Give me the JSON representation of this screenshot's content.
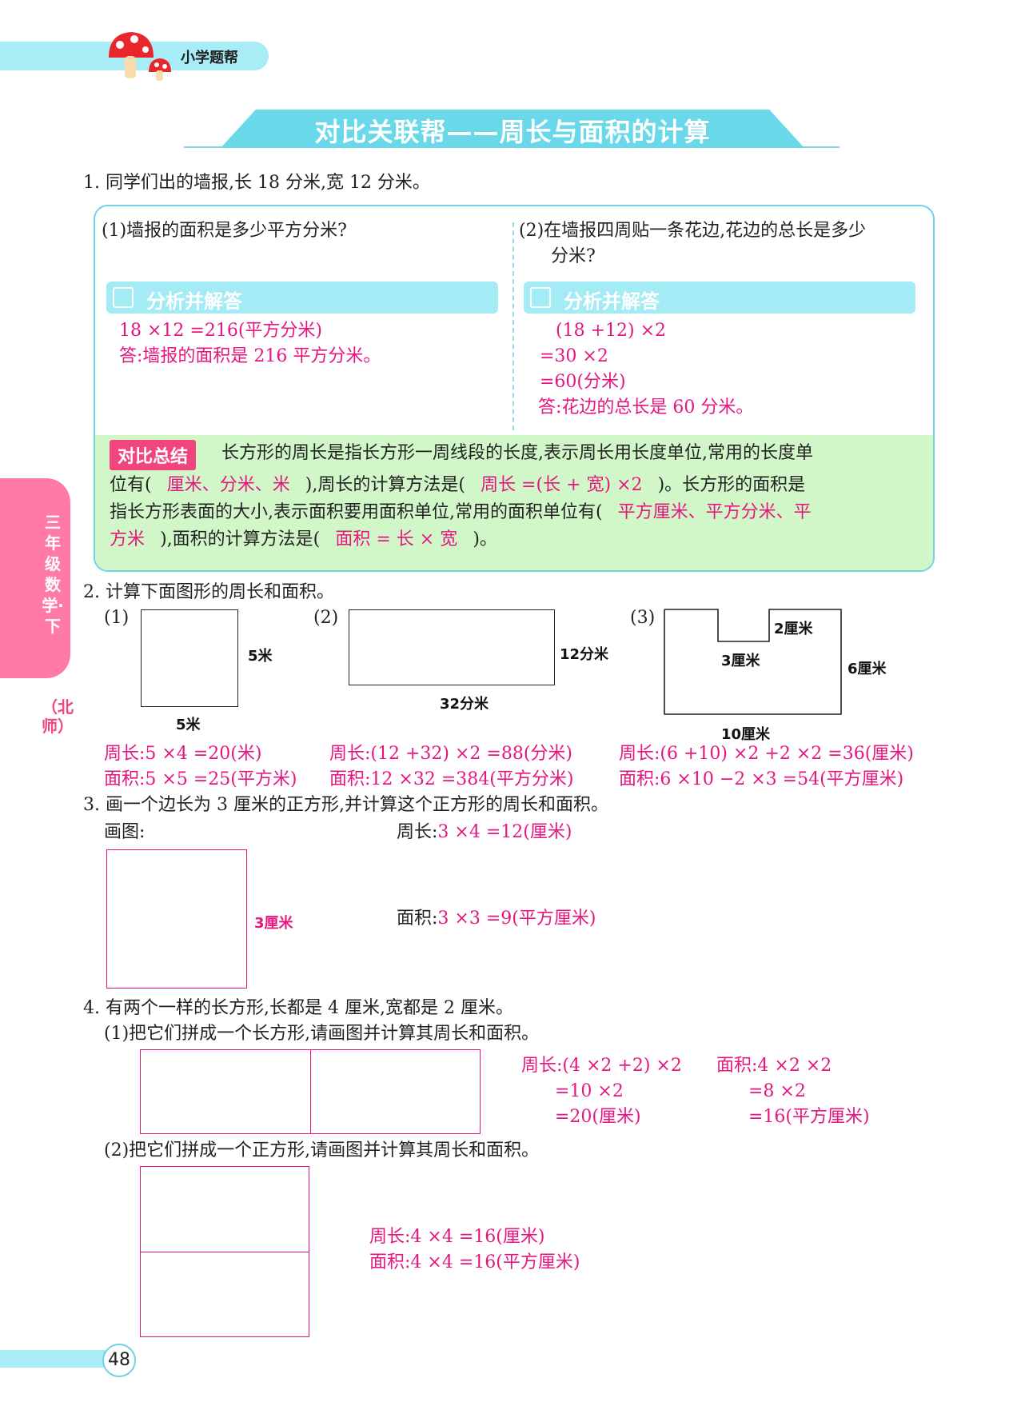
{
  "header": {
    "brand": "小学题帮"
  },
  "title": "对比关联帮——周长与面积的计算",
  "side_tab": {
    "grade": "三年级数学·下",
    "edition": "（北师）"
  },
  "page_number": "48",
  "q1": {
    "stem": "1. 同学们出的墙报,长 18 分米,宽 12 分米。",
    "part1": {
      "question": "(1)墙报的面积是多少平方分米?",
      "analyze_label": "分析并解答",
      "answer_lines": [
        "18 ×12 =216(平方分米)",
        "答:墙报的面积是 216 平方分米。"
      ]
    },
    "part2": {
      "question_line1": "(2)在墙报四周贴一条花边,花边的总长是多少",
      "question_line2": "分米?",
      "analyze_label": "分析并解答",
      "answer_lines": [
        "(18 +12) ×2",
        "=30 ×2",
        "=60(分米)",
        "答:花边的总长是 60 分米。"
      ]
    },
    "summary": {
      "badge": "对比总结",
      "line1": "长方形的周长是指长方形一周线段的长度,表示周长用长度单位,常用的长度单",
      "line2_a": "位有(",
      "line2_ans1": "厘米、分米、米",
      "line2_b": "),周长的计算方法是(",
      "line2_ans2": "周长 =(长 + 宽) ×2",
      "line2_c": ")。长方形的面积是",
      "line3_a": "指长方形表面的大小,表示面积要用面积单位,常用的面积单位有(",
      "line3_ans": "平方厘米、平方分米、平",
      "line4_ans1": "方米",
      "line4_a": "),面积的计算方法是(",
      "line4_ans2": "面积 = 长 × 宽",
      "line4_b": ")。"
    }
  },
  "q2": {
    "stem": "2. 计算下面图形的周长和面积。",
    "fig1": {
      "label": "(1)",
      "side_right": "5米",
      "side_bottom": "5米",
      "perimeter": "周长:5 ×4 =20(米)",
      "area": "面积:5 ×5 =25(平方米)"
    },
    "fig2": {
      "label": "(2)",
      "side_right": "12分米",
      "side_bottom": "32分米",
      "perimeter": "周长:(12 +32) ×2 =88(分米)",
      "area": "面积:12 ×32 =384(平方分米)"
    },
    "fig3": {
      "label": "(3)",
      "notch_width": "2厘米",
      "notch_depth": "3厘米",
      "height": "6厘米",
      "width": "10厘米",
      "perimeter": "周长:(6 +10) ×2 +2 ×2 =36(厘米)",
      "area": "面积:6 ×10 −2 ×3 =54(平方厘米)"
    }
  },
  "q3": {
    "stem": "3. 画一个边长为 3 厘米的正方形,并计算这个正方形的周长和面积。",
    "draw_label": "画图:",
    "side_label": "3厘米",
    "perimeter_label": "周长:",
    "perimeter_ans": "3 ×4 =12(厘米)",
    "area_label": "面积:",
    "area_ans": "3 ×3 =9(平方厘米)"
  },
  "q4": {
    "stem": "4. 有两个一样的长方形,长都是 4 厘米,宽都是 2 厘米。",
    "part1": {
      "question": "(1)把它们拼成一个长方形,请画图并计算其周长和面积。",
      "perimeter_lines": [
        "周长:(4 ×2 +2) ×2",
        "=10 ×2",
        "=20(厘米)"
      ],
      "area_lines": [
        "面积:4 ×2 ×2",
        "=8 ×2",
        "=16(平方厘米)"
      ]
    },
    "part2": {
      "question": "(2)把它们拼成一个正方形,请画图并计算其周长和面积。",
      "perimeter": "周长:4 ×4 =16(厘米)",
      "area": "面积:4 ×4 =16(平方厘米)"
    }
  },
  "colors": {
    "answer": "#e5167f",
    "accent": "#69d9ea",
    "summary_bg": "#d1f7c9",
    "badge": "#f0457d"
  }
}
